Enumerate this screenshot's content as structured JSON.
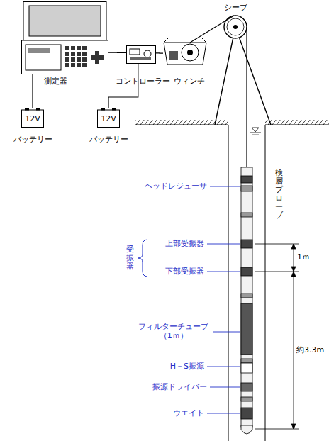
{
  "diagram": {
    "nodes": [
      {
        "text": [
          "測定器"
        ]
      },
      {
        "text": [
          "コントローラー"
        ]
      },
      {
        "text": [
          "ウィンチ"
        ]
      },
      {
        "text": [
          "12V",
          "バッテリー"
        ]
      },
      {
        "text": [
          "12V",
          "バッテリー"
        ]
      }
    ],
    "edges": [
      {
        "from": 3,
        "to": 0,
        "arrow": "none"
      },
      {
        "from": 0,
        "to": 1,
        "arrow": "none"
      },
      {
        "from": 4,
        "to": 1,
        "arrow": "none"
      },
      {
        "from": 1,
        "to": 2,
        "arrow": "none"
      }
    ],
    "labels": [
      "シーブ",
      "検層プローブ",
      "ヘッドレジューサ",
      "受振器",
      "上部受振器",
      "下部受振器",
      "フィルターチューブ （1ｍ）",
      "H－S振源",
      "振源ドライバー",
      "ウエイト",
      "1ｍ",
      "約3.3m"
    ]
  }
}
